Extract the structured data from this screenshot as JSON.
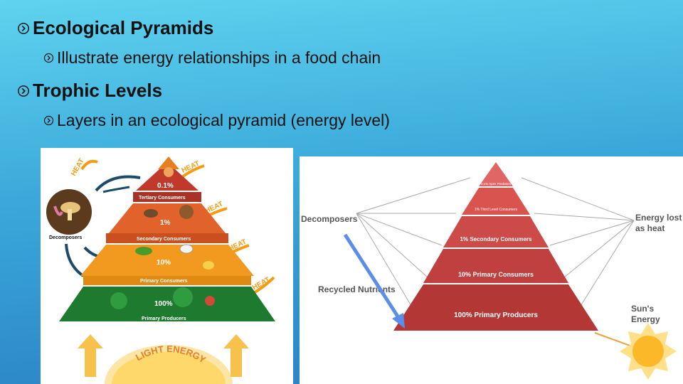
{
  "outline": [
    {
      "level": 1,
      "text": "Ecological Pyramids"
    },
    {
      "level": 2,
      "text": "Illustrate energy relationships in a food chain"
    },
    {
      "level": 1,
      "text": "Trophic Levels"
    },
    {
      "level": 2,
      "text": "Layers in an ecological pyramid (energy level)"
    }
  ],
  "left_pyramid": {
    "heat_label": "HEAT",
    "tiers": [
      {
        "pct": "0.1%",
        "name": "Tertiary Consumers",
        "color": "#c0392b"
      },
      {
        "pct": "1%",
        "name": "Secondary Consumers",
        "color": "#e2622b"
      },
      {
        "pct": "10%",
        "name": "Primary Consumers",
        "color": "#f29a1f"
      },
      {
        "pct": "100%",
        "name": "Primary Producers",
        "color": "#1e7a2e"
      }
    ],
    "decomposers": "Decomposers",
    "light_energy": "LIGHT ENERGY"
  },
  "right_pyramid": {
    "tiers": [
      {
        "label": "0.1% Apex Predators",
        "color": "#e06666"
      },
      {
        "label": "1% Third Level Consumers",
        "color": "#d9534f"
      },
      {
        "label": "1% Secondary Consumers",
        "color": "#cc4b48"
      },
      {
        "label": "10% Primary Consumers",
        "color": "#bf403e"
      },
      {
        "label": "100% Primary Producers",
        "color": "#b33735"
      }
    ],
    "decomposers": "Decomposers",
    "recycled": "Recycled Nutrients",
    "energy_lost_1": "Energy lost",
    "energy_lost_2": "as heat",
    "sun_1": "Sun's",
    "sun_2": "Energy"
  }
}
